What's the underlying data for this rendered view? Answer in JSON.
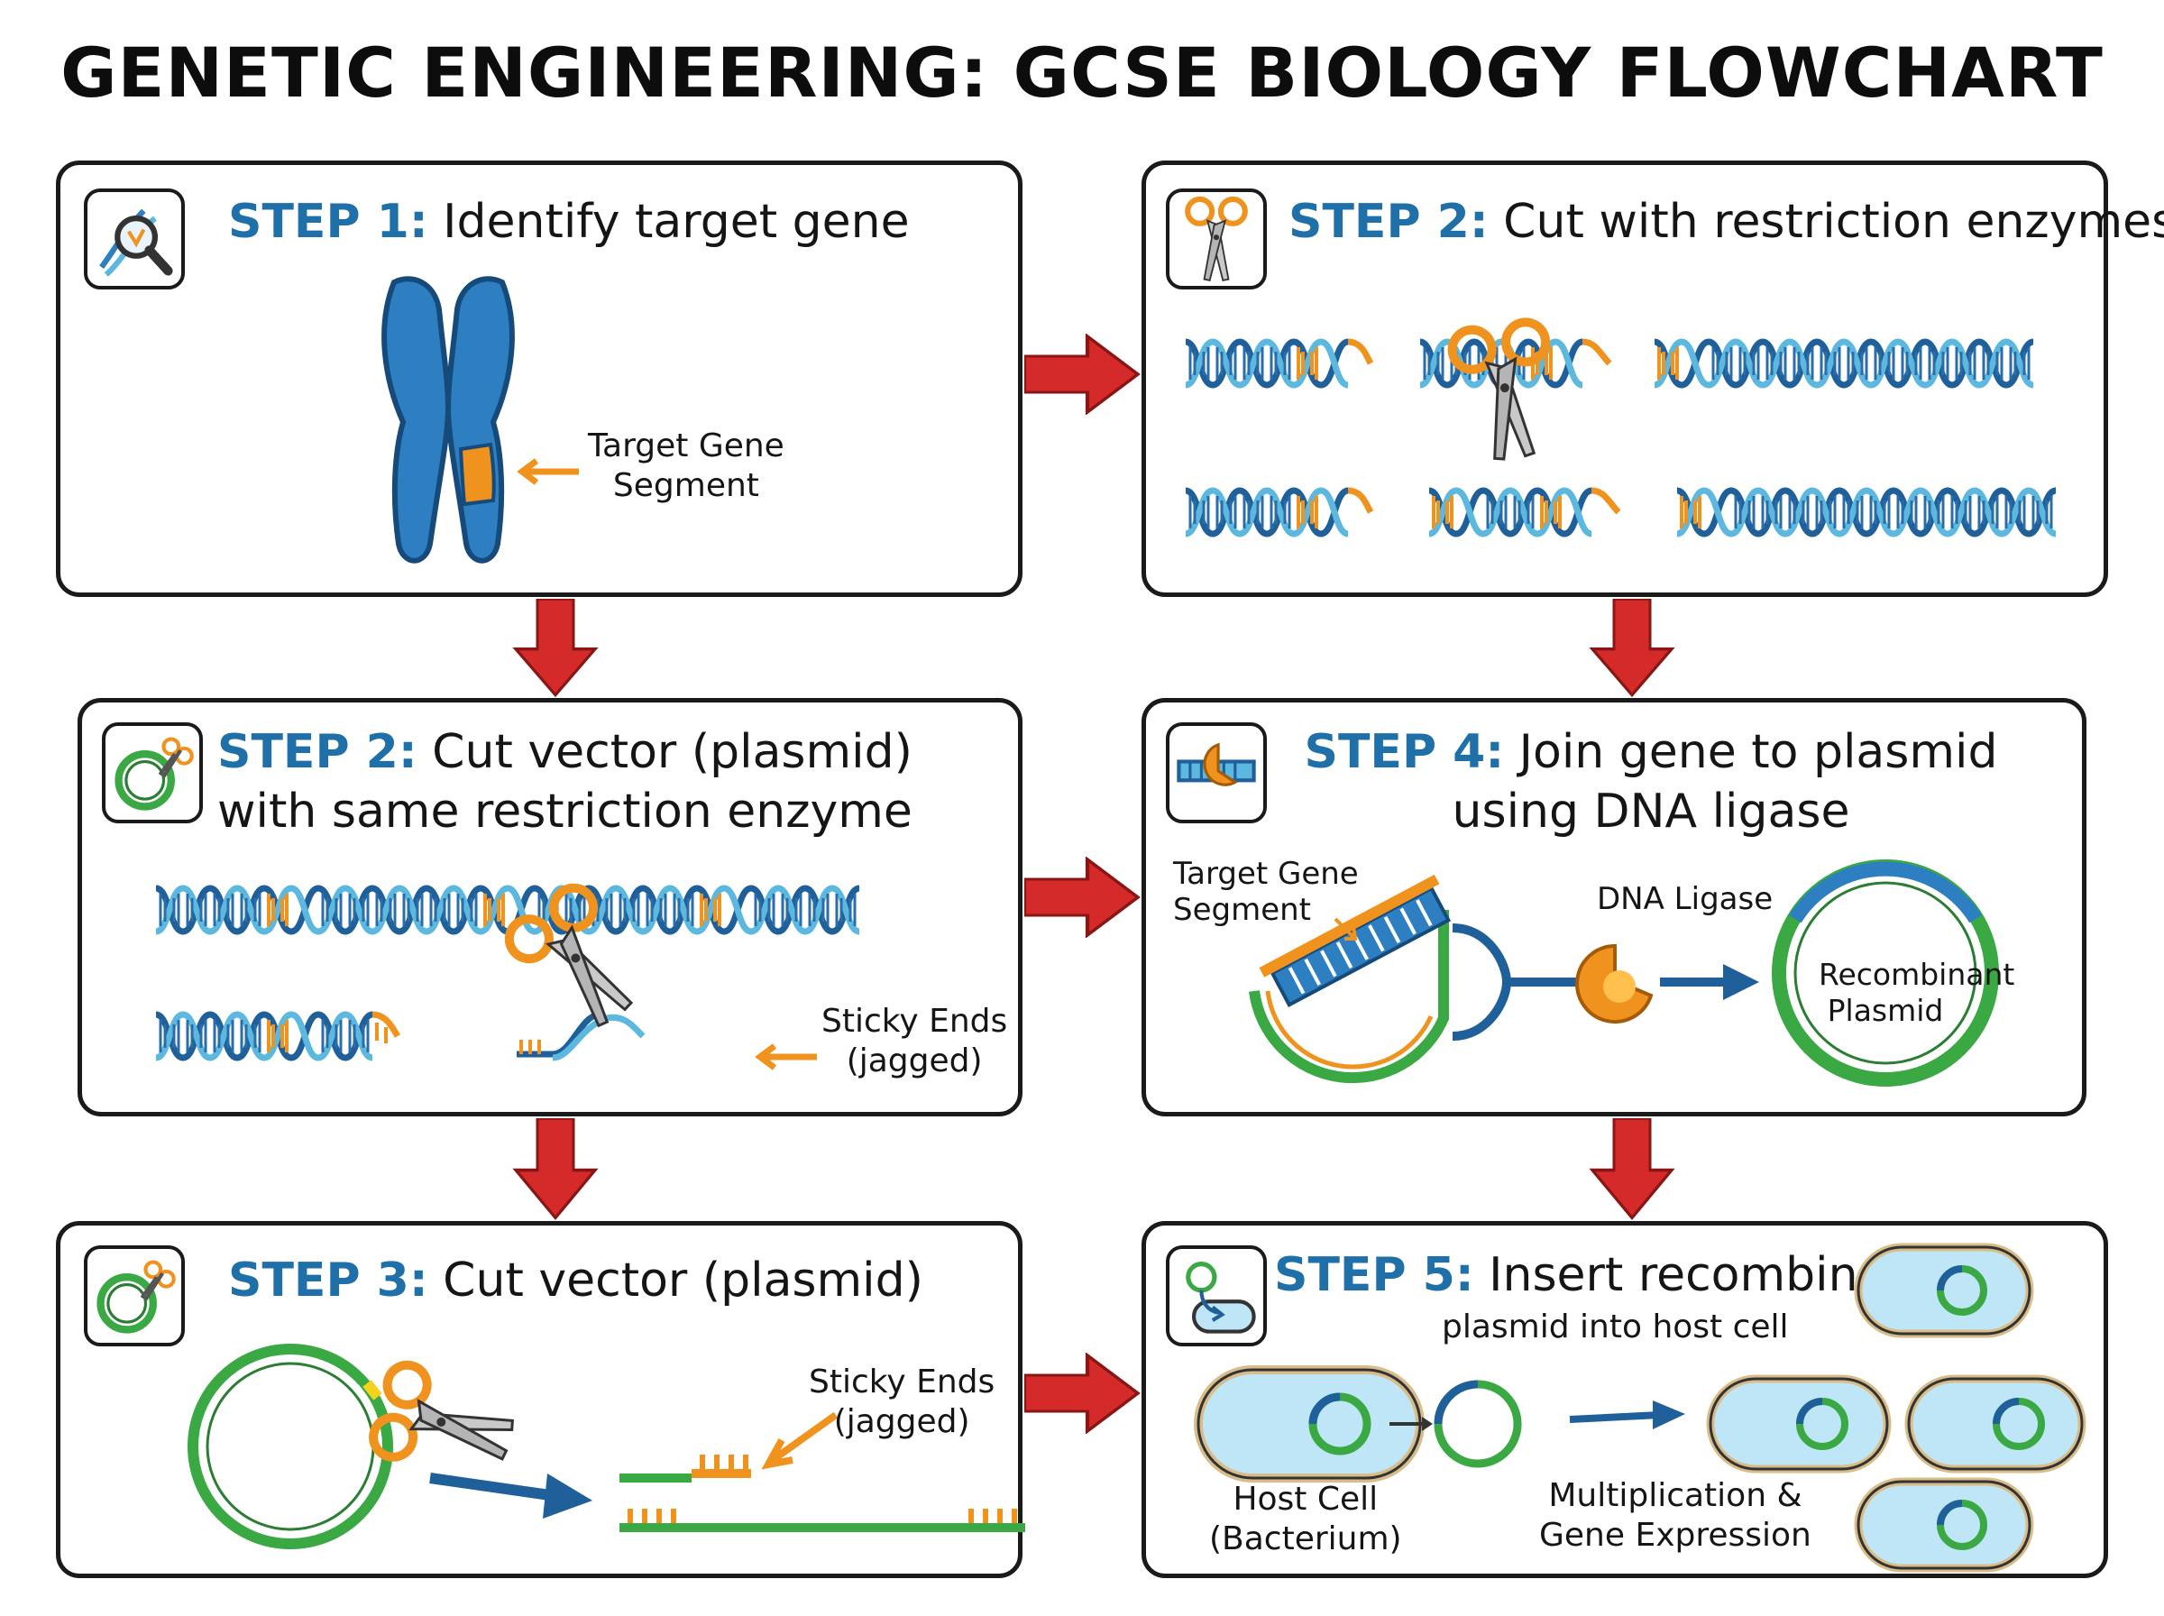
{
  "title": "GENETIC ENGINEERING: GCSE BIOLOGY FLOWCHART",
  "colors": {
    "accent_blue": "#1f6fa8",
    "arrow_red": "#d42a2a",
    "gene_orange": "#f0931e",
    "dna_blue": "#2d7fc1",
    "plasmid_green": "#3aa843"
  },
  "boxes": [
    {
      "step_label": "STEP 1:",
      "step_text": "Identify target gene",
      "icon": "dna-magnifier-icon",
      "annotation": [
        "Target Gene",
        "Segment"
      ]
    },
    {
      "step_label": "STEP 2:",
      "step_text": "Cut with restriction enzymes",
      "icon": "scissors-icon"
    },
    {
      "step_label": "STEP 2:",
      "step_text_line1": "Cut vector (plasmid)",
      "step_text_line2": "with same restriction enzyme",
      "icon": "plasmid-scissors-icon",
      "annotation": [
        "Sticky Ends",
        "(jagged)"
      ]
    },
    {
      "step_label": "STEP 4:",
      "step_text_line1": "Join gene to plasmid",
      "step_text_line2": "using DNA ligase",
      "icon": "ligase-icon",
      "target_label": [
        "Target Gene",
        "Segment"
      ],
      "ligase_label": "DNA Ligase",
      "result_label": [
        "Recombinant",
        "Plasmid"
      ]
    },
    {
      "step_label": "STEP 3:",
      "step_text": "Cut vector (plasmid)",
      "icon": "plasmid-scissors-icon",
      "annotation": [
        "Sticky Ends",
        "(jagged)"
      ]
    },
    {
      "step_label": "STEP 5:",
      "step_text": "Insert recombinant",
      "step_text_sub": "plasmid into host cell",
      "icon": "bacterium-insert-icon",
      "host_label": [
        "Host Cell",
        "(Bacterium)"
      ],
      "multiply_label": [
        "Multiplication &",
        "Gene Expression"
      ]
    }
  ]
}
